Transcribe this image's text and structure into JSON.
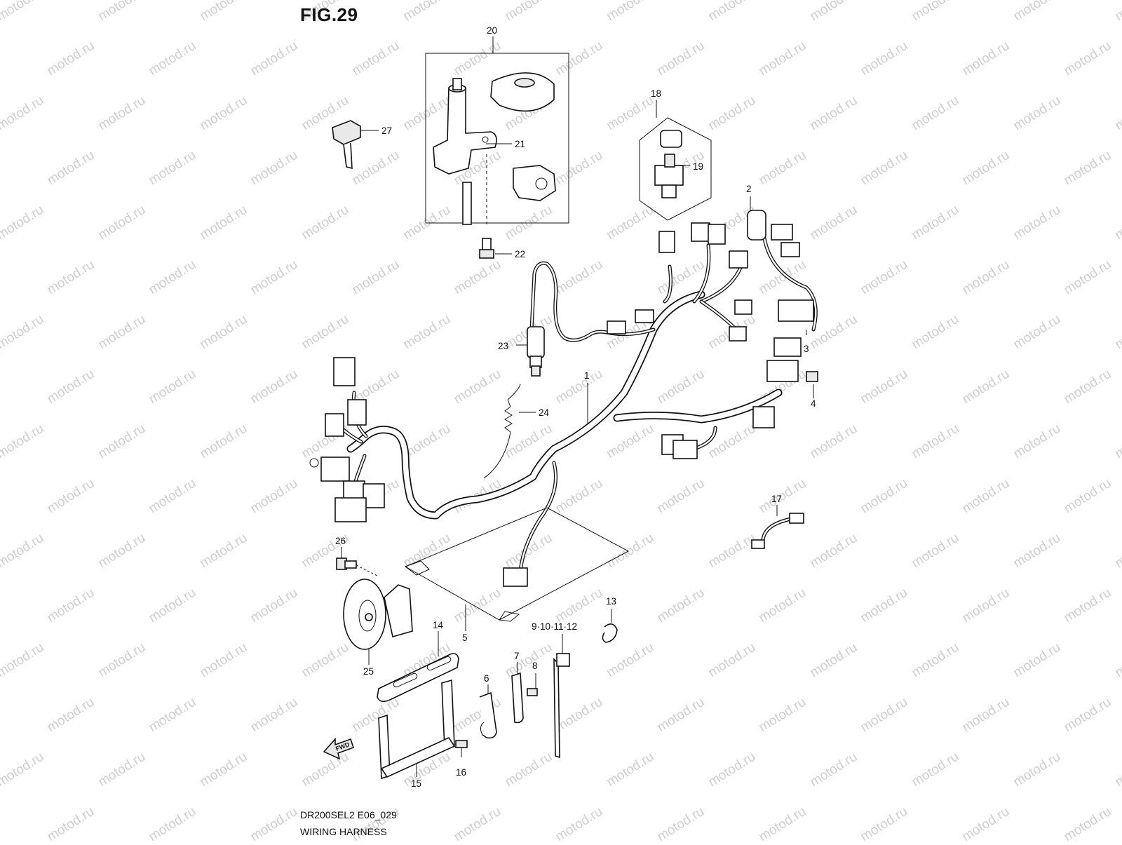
{
  "figure": {
    "title": "FIG.29",
    "model_code": "DR200SEL2 E06_029",
    "name": "WIRING HARNESS"
  },
  "watermark": "motod.ru",
  "fwd_label": "FWD",
  "callouts": {
    "c1": "1",
    "c2": "2",
    "c3": "3",
    "c4": "4",
    "c5": "5",
    "c6": "6",
    "c7": "7",
    "c8": "8",
    "c9_12": "9·10·11·12",
    "c13": "13",
    "c14": "14",
    "c15": "15",
    "c16": "16",
    "c17": "17",
    "c18": "18",
    "c19": "19",
    "c20": "20",
    "c21": "21",
    "c22": "22",
    "c23": "23",
    "c24": "24",
    "c25": "25",
    "c26": "26",
    "c27": "27"
  }
}
